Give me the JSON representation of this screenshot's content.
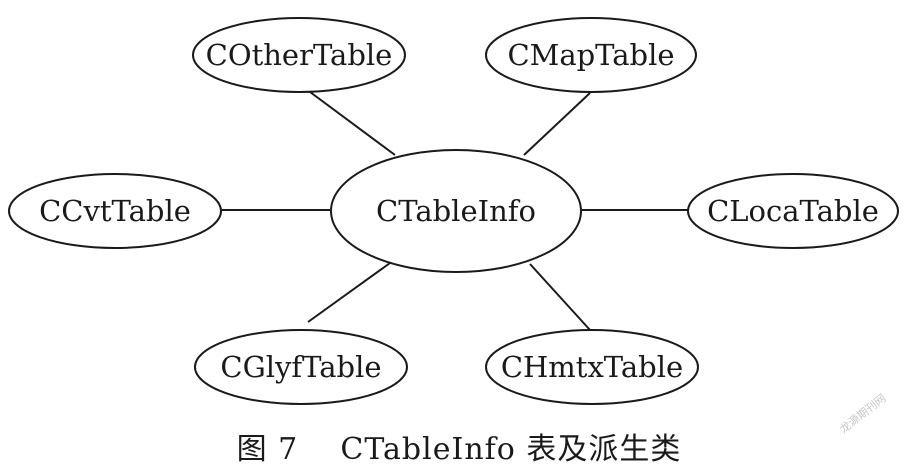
{
  "diagram": {
    "center": {
      "label": "CTableInfo"
    },
    "nodes": [
      {
        "id": "other",
        "label": "COtherTable"
      },
      {
        "id": "map",
        "label": "CMapTable"
      },
      {
        "id": "cvt",
        "label": "CCvtTable"
      },
      {
        "id": "loca",
        "label": "CLocaTable"
      },
      {
        "id": "glyf",
        "label": "CGlyfTable"
      },
      {
        "id": "hmtx",
        "label": "CHmtxTable"
      }
    ]
  },
  "caption": {
    "figure": "图 7",
    "text": "CTableInfo 表及派生类"
  },
  "watermark": "龙源期刊网",
  "colors": {
    "stroke": "#1a1a1a",
    "background": "#ffffff"
  }
}
